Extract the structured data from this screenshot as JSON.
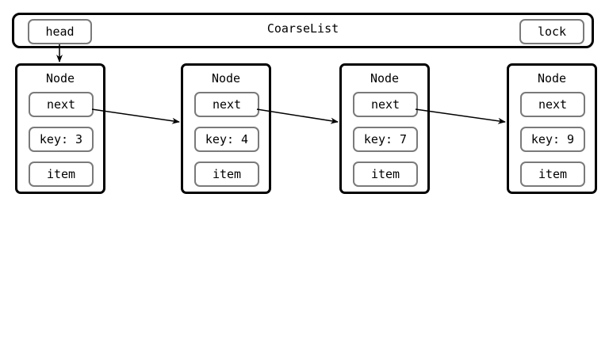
{
  "list": {
    "title": "CoarseList",
    "head_label": "head",
    "lock_label": "lock"
  },
  "nodes": [
    {
      "title": "Node",
      "next_label": "next",
      "key_label": "key: 3",
      "item_label": "item"
    },
    {
      "title": "Node",
      "next_label": "next",
      "key_label": "key: 4",
      "item_label": "item"
    },
    {
      "title": "Node",
      "next_label": "next",
      "key_label": "key: 7",
      "item_label": "item"
    },
    {
      "title": "Node",
      "next_label": "next",
      "key_label": "key: 9",
      "item_label": "item"
    }
  ],
  "colors": {
    "border": "#000000",
    "field_border": "#7a7a7a"
  }
}
